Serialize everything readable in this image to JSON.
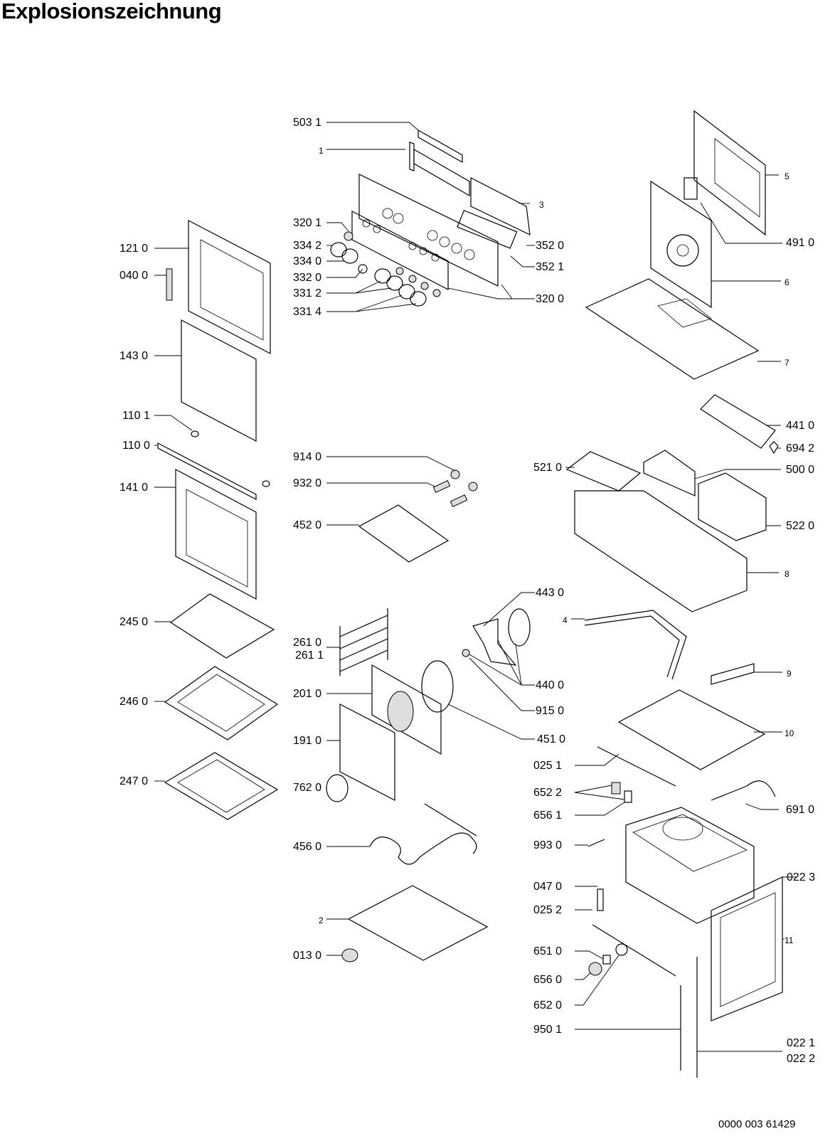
{
  "title": "Explosionszeichnung",
  "document_number": "0000 003 61429",
  "labels": [
    {
      "id": "p5031",
      "text": "503 1"
    },
    {
      "id": "p1",
      "text": "1"
    },
    {
      "id": "p3",
      "text": "3"
    },
    {
      "id": "p3201",
      "text": "320 1"
    },
    {
      "id": "p3342",
      "text": "334 2"
    },
    {
      "id": "p3340",
      "text": "334 0"
    },
    {
      "id": "p3320",
      "text": "332 0"
    },
    {
      "id": "p3312",
      "text": "331 2"
    },
    {
      "id": "p3314",
      "text": "331 4"
    },
    {
      "id": "p3520",
      "text": "352 0"
    },
    {
      "id": "p3521",
      "text": "352 1"
    },
    {
      "id": "p3200",
      "text": "320 0"
    },
    {
      "id": "p5",
      "text": "5"
    },
    {
      "id": "p4910",
      "text": "491 0"
    },
    {
      "id": "p6",
      "text": "6"
    },
    {
      "id": "p7",
      "text": "7"
    },
    {
      "id": "p1210",
      "text": "121 0"
    },
    {
      "id": "p0400",
      "text": "040 0"
    },
    {
      "id": "p1430",
      "text": "143 0"
    },
    {
      "id": "p1101",
      "text": "110 1"
    },
    {
      "id": "p1100",
      "text": "110 0"
    },
    {
      "id": "p1410",
      "text": "141 0"
    },
    {
      "id": "p4410",
      "text": "441 0"
    },
    {
      "id": "p6942",
      "text": "694 2"
    },
    {
      "id": "p5210",
      "text": "521 0"
    },
    {
      "id": "p5000",
      "text": "500 0"
    },
    {
      "id": "p5220",
      "text": "522 0"
    },
    {
      "id": "p8",
      "text": "8"
    },
    {
      "id": "p9140",
      "text": "914 0"
    },
    {
      "id": "p9320",
      "text": "932 0"
    },
    {
      "id": "p4520",
      "text": "452 0"
    },
    {
      "id": "p2450",
      "text": "245 0"
    },
    {
      "id": "p2610",
      "text": "261 0"
    },
    {
      "id": "p2611",
      "text": "261 1"
    },
    {
      "id": "p2010",
      "text": "201 0"
    },
    {
      "id": "p1910",
      "text": "191 0"
    },
    {
      "id": "p4430",
      "text": "443 0"
    },
    {
      "id": "p4",
      "text": "4"
    },
    {
      "id": "p4400",
      "text": "440 0"
    },
    {
      "id": "p9150",
      "text": "915 0"
    },
    {
      "id": "p4510",
      "text": "451 0"
    },
    {
      "id": "p9",
      "text": "9"
    },
    {
      "id": "p10",
      "text": "10"
    },
    {
      "id": "p2460",
      "text": "246 0"
    },
    {
      "id": "p2470",
      "text": "247 0"
    },
    {
      "id": "p0251",
      "text": "025 1"
    },
    {
      "id": "p7620",
      "text": "762 0"
    },
    {
      "id": "p6522",
      "text": "652 2"
    },
    {
      "id": "p6561",
      "text": "656 1"
    },
    {
      "id": "p6910",
      "text": "691 0"
    },
    {
      "id": "p4560",
      "text": "456 0"
    },
    {
      "id": "p9930",
      "text": "993 0"
    },
    {
      "id": "p0470",
      "text": "047 0"
    },
    {
      "id": "p0223",
      "text": "022 3"
    },
    {
      "id": "p0252",
      "text": "025 2"
    },
    {
      "id": "p2",
      "text": "2"
    },
    {
      "id": "p11",
      "text": "11"
    },
    {
      "id": "p0130",
      "text": "013 0"
    },
    {
      "id": "p6510",
      "text": "651 0"
    },
    {
      "id": "p6560",
      "text": "656 0"
    },
    {
      "id": "p6520",
      "text": "652 0"
    },
    {
      "id": "p9501",
      "text": "950 1"
    },
    {
      "id": "p0221",
      "text": "022 1"
    },
    {
      "id": "p0222",
      "text": "022 2"
    }
  ]
}
